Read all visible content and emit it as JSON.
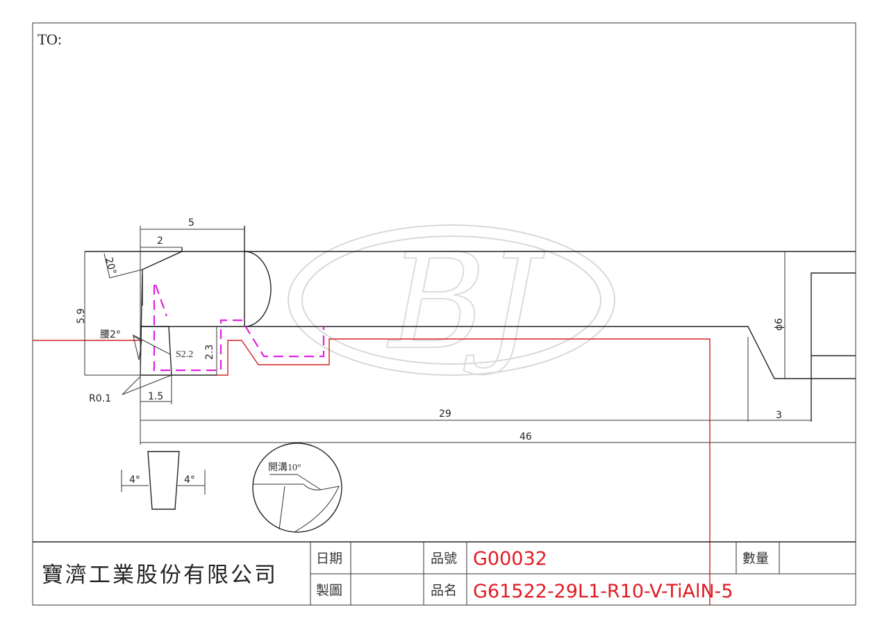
{
  "header": {
    "to_label": "TO:"
  },
  "dimensions": {
    "overall_length": "46",
    "body_length": "29",
    "taper_length": "3",
    "shank_diameter": "ϕ6",
    "head_width": "5",
    "chamfer_length": "2",
    "chamfer_angle": "20°",
    "height": "5.9",
    "tip_width": "1.5",
    "neck_height": "2.3",
    "side_angle": "S2.2",
    "waist_angle": "腰2°",
    "corner_radius": "R0.1",
    "relief_left": "4°",
    "relief_right": "4°",
    "groove_angle": "開溝10°"
  },
  "watermark": "BJ",
  "colors": {
    "product": "#e01b24",
    "centerline": "#d42020",
    "highlight": "#e020e0"
  },
  "title_block": {
    "company": "寶濟工業股份有限公司",
    "date_label": "日期",
    "date_value": "",
    "drawn_label": "製圖",
    "drawn_value": "",
    "part_no_label": "品號",
    "part_no_value": "G00032",
    "part_name_label": "品名",
    "part_name_value": "G61522-29L1-R10-V-TiAlN-5",
    "qty_label": "數量",
    "qty_value": ""
  }
}
